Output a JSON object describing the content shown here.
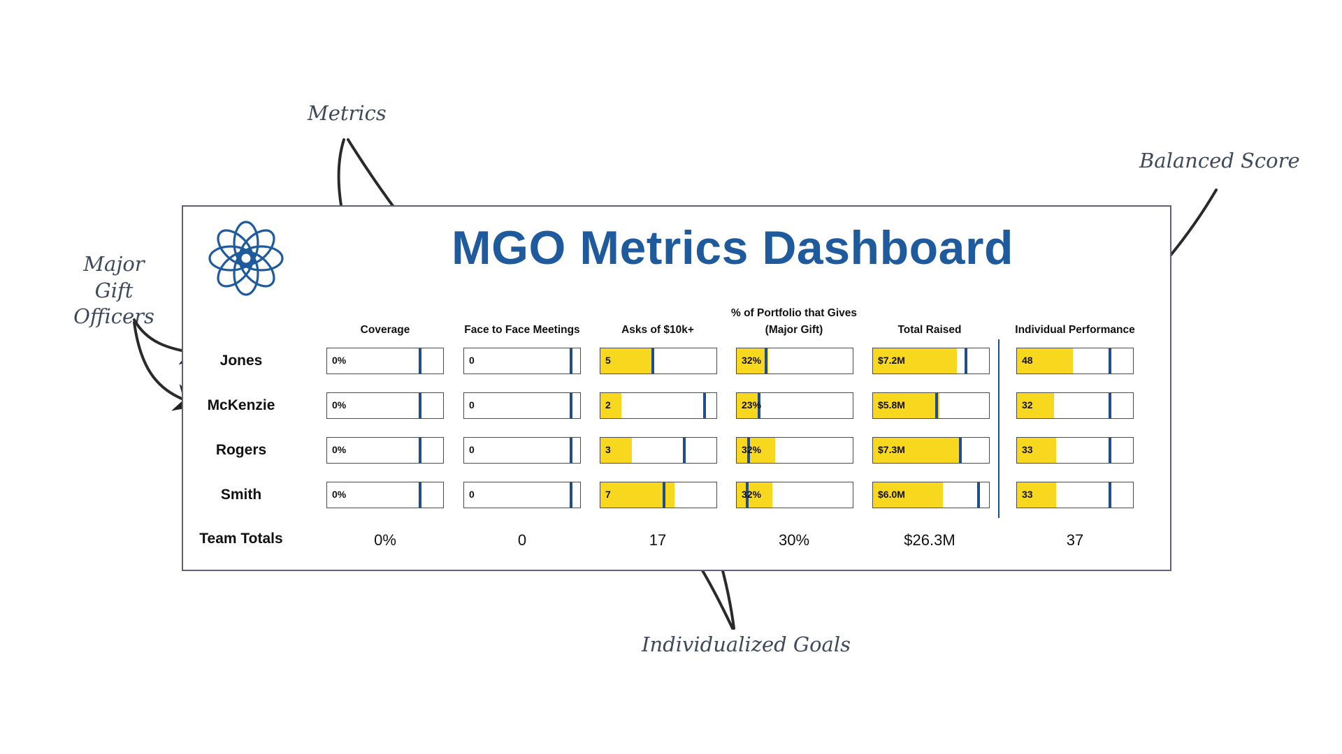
{
  "annotations": {
    "metrics": "Metrics",
    "balanced_score": "Balanced Score",
    "major_gift_officers": "Major Gift\nOfficers",
    "individualized_goals": "Individualized Goals"
  },
  "dashboard": {
    "title": "MGO Metrics Dashboard",
    "logo_icon": "flower-mandala-icon",
    "team_totals_label": "Team Totals"
  },
  "colors": {
    "title": "#1f5b9c",
    "fill": "#f8d71f",
    "target_marker": "#1f4e89",
    "annotation": "#3e4a5c"
  },
  "chart_data": {
    "type": "bar",
    "columns": [
      "Coverage",
      "Face to Face Meetings",
      "Asks of $10k+",
      "% of Portfolio that Gives\n(Major Gift)",
      "Total Raised",
      "Individual Performance"
    ],
    "rows": [
      {
        "name": "Jones",
        "cells": [
          {
            "label": "0%",
            "value": 0,
            "target": 0.8
          },
          {
            "label": "0",
            "value": 0,
            "target": 0.92
          },
          {
            "label": "5",
            "value": 0.45,
            "target": 0.45
          },
          {
            "label": "32%",
            "value": 0.27,
            "target": 0.25
          },
          {
            "label": "$7.2M",
            "value": 0.72,
            "target": 0.8
          },
          {
            "label": "48",
            "value": 0.48,
            "target": 0.8
          }
        ]
      },
      {
        "name": "McKenzie",
        "cells": [
          {
            "label": "0%",
            "value": 0,
            "target": 0.8
          },
          {
            "label": "0",
            "value": 0,
            "target": 0.92
          },
          {
            "label": "2",
            "value": 0.18,
            "target": 0.9
          },
          {
            "label": "23%",
            "value": 0.19,
            "target": 0.19
          },
          {
            "label": "$5.8M",
            "value": 0.57,
            "target": 0.55
          },
          {
            "label": "32",
            "value": 0.32,
            "target": 0.8
          }
        ]
      },
      {
        "name": "Rogers",
        "cells": [
          {
            "label": "0%",
            "value": 0,
            "target": 0.8
          },
          {
            "label": "0",
            "value": 0,
            "target": 0.92
          },
          {
            "label": "3",
            "value": 0.27,
            "target": 0.72
          },
          {
            "label": "32%",
            "value": 0.33,
            "target": 0.1
          },
          {
            "label": "$7.3M",
            "value": 0.76,
            "target": 0.75
          },
          {
            "label": "33",
            "value": 0.34,
            "target": 0.8
          }
        ]
      },
      {
        "name": "Smith",
        "cells": [
          {
            "label": "0%",
            "value": 0,
            "target": 0.8
          },
          {
            "label": "0",
            "value": 0,
            "target": 0.92
          },
          {
            "label": "7",
            "value": 0.64,
            "target": 0.55
          },
          {
            "label": "32%",
            "value": 0.31,
            "target": 0.09
          },
          {
            "label": "$6.0M",
            "value": 0.6,
            "target": 0.91
          },
          {
            "label": "33",
            "value": 0.34,
            "target": 0.8
          }
        ]
      }
    ],
    "team_totals": [
      "0%",
      "0",
      "17",
      "30%",
      "$26.3M",
      "37"
    ]
  }
}
